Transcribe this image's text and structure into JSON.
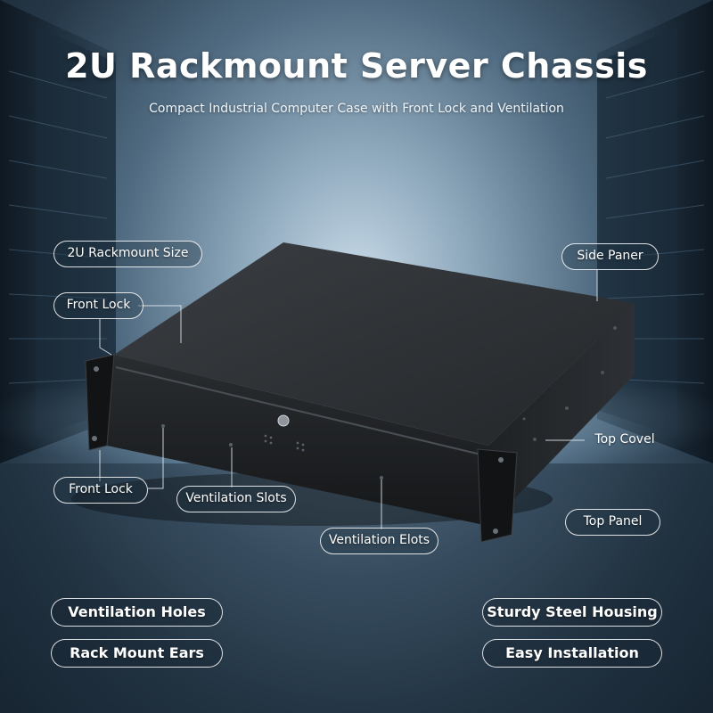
{
  "title": "2U Rackmount Server Chassis",
  "subtitle": "Compact Industrial Computer Case with Front Lock and Ventilation",
  "callouts": {
    "rackmount_size": "2U Rackmount Size",
    "front_lock_top": "Front Lock",
    "front_lock_bottom": "Front Lock",
    "ventilation_slots": "Ventilation Slots",
    "ventilation_elots": "Ventilation Elots",
    "side_paner": "Side Paner",
    "top_covel": "Top Covel",
    "top_panel": "Top Panel"
  },
  "features": {
    "ventilation_holes": "Ventilation Holes",
    "rack_mount_ears": "Rack Mount Ears",
    "sturdy_steel_housing": "Sturdy Steel Housing",
    "easy_installation": "Easy Installation"
  },
  "colors": {
    "chassis_top": "#2c2f32",
    "chassis_front": "#1e2022",
    "glow": "#cfe8ff"
  }
}
